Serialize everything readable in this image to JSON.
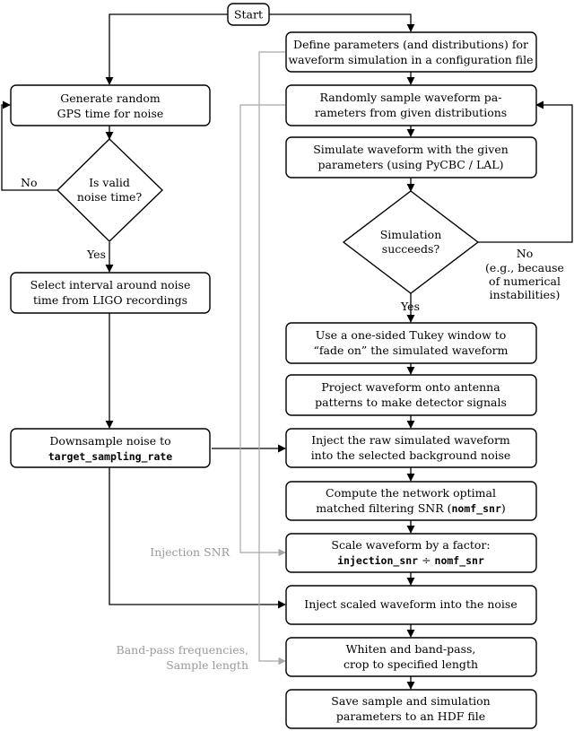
{
  "start": "Start",
  "left": {
    "gen_gps": [
      "Generate random",
      "GPS time for noise"
    ],
    "valid_check": [
      "Is valid",
      "noise time?"
    ],
    "no": "No",
    "yes": "Yes",
    "select_interval": [
      "Select interval around noise",
      "time from LIGO recordings"
    ],
    "downsample": [
      "Downsample noise to",
      "target_sampling_rate"
    ]
  },
  "right": {
    "define_params": [
      "Define parameters (and distributions) for",
      "waveform simulation in a configuration file"
    ],
    "sample_params": [
      "Randomly sample waveform pa-",
      "rameters from given distributions"
    ],
    "simulate": [
      "Simulate waveform with the given",
      "parameters (using PyCBC / LAL)"
    ],
    "sim_check": [
      "Simulation",
      "succeeds?"
    ],
    "no": "No",
    "no_reason": [
      "(e.g., because",
      "of numerical",
      "instabilities)"
    ],
    "yes": "Yes",
    "tukey": [
      "Use a one-sided Tukey window to",
      "“fade on” the simulated waveform"
    ],
    "project": [
      "Project waveform onto antenna",
      "patterns to make detector signals"
    ],
    "inject_raw": [
      "Inject the raw simulated waveform",
      "into the selected background noise"
    ],
    "compute_snr": [
      "Compute the network optimal",
      "matched filtering SNR (",
      "nomf_snr",
      ")"
    ],
    "scale": [
      "Scale waveform by a factor:",
      "injection_snr",
      " ÷ ",
      "nomf_snr"
    ],
    "inject_scaled": "Inject scaled waveform into the noise",
    "whiten": [
      "Whiten and band-pass,",
      "crop to specified length"
    ],
    "save": [
      "Save sample and simulation",
      "parameters to an HDF file"
    ]
  },
  "inputs": {
    "injection_snr": "Injection SNR",
    "bandpass": [
      "Band-pass frequencies,",
      "Sample length"
    ]
  },
  "colors": {
    "line": "#000000",
    "input_line": "#a8a8a8",
    "input_text": "#9a9a9a",
    "box_fill": "#ffffff"
  }
}
